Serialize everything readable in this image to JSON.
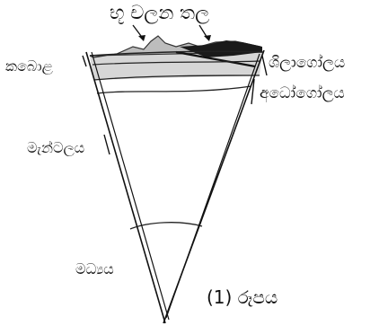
{
  "labels": {
    "tectonic_plates": "භූ චලන තල",
    "crust": "කබොළ",
    "lithosphere": "ශිලාගෝලය",
    "asthenosphere": "අධෝගෝලය",
    "mantle": "මැන්ටලය",
    "core": "මධ්‍යය",
    "figure_caption": "(1) රූපය"
  }
}
